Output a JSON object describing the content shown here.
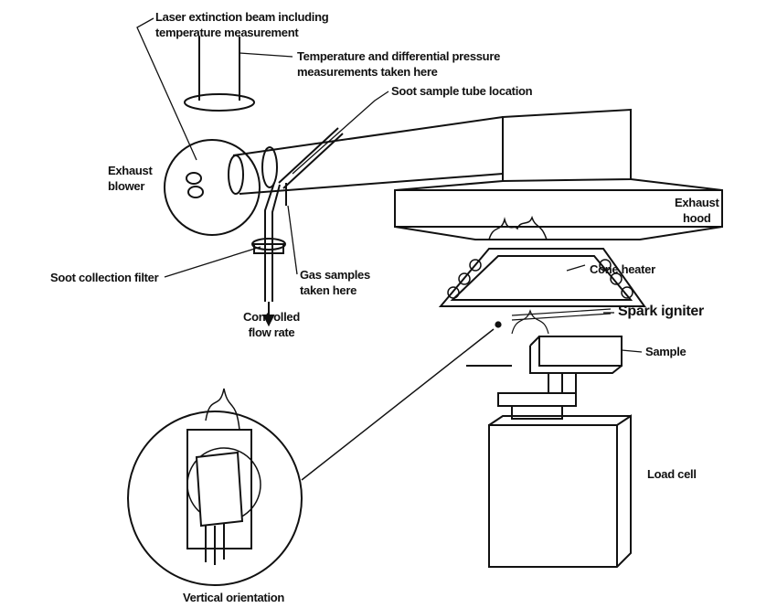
{
  "labels": {
    "laser_1": "Laser extinction beam including",
    "laser_2": "temperature measurement",
    "temp_1": "Temperature and differential pressure",
    "temp_2": "measurements taken here",
    "soot_tube": "Soot sample tube location",
    "blower_1": "Exhaust",
    "blower_2": "blower",
    "hood_1": "Exhaust",
    "hood_2": "hood",
    "cone_heater": "Cone heater",
    "spark_igniter": "Spark igniter",
    "sample": "Sample",
    "soot_filter": "Soot collection filter",
    "gas_1": "Gas samples",
    "gas_2": "taken here",
    "flow_1": "Controlled",
    "flow_2": "flow rate",
    "load_cell": "Load cell",
    "vertical": "Vertical orientation"
  }
}
